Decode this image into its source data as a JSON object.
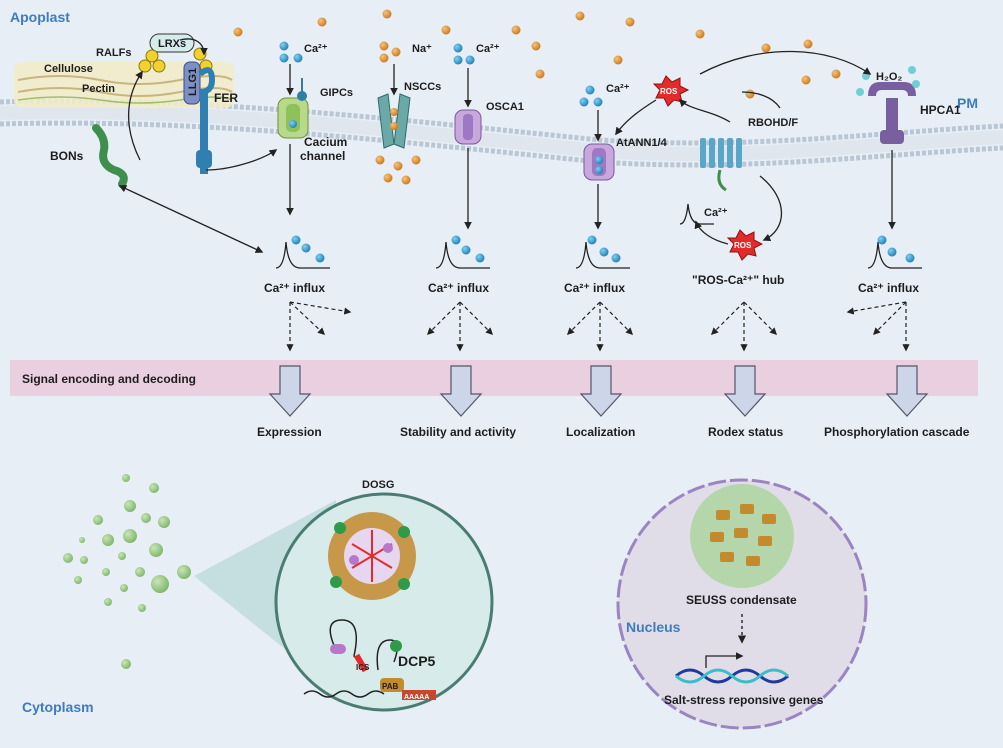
{
  "regions": {
    "apoplast": "Apoplast",
    "pm": "PM",
    "cytoplasm": "Cytoplasm",
    "nucleus": "Nucleus"
  },
  "cell_wall": {
    "cellulose": "Cellulose",
    "pectin": "Pectin",
    "ralfs": "RALFs",
    "lrxs": "LRXs",
    "llg1": "LLG1",
    "fer": "FER",
    "bons": "BONs"
  },
  "channels": {
    "calcium_channel": "Cacium\nchannel",
    "gipcs": "GIPCs",
    "nsccs": "NSCCs",
    "osca1": "OSCA1",
    "atann": "AtANN1/4",
    "rbohd": "RBOHD/F",
    "hpca1": "HPCA1",
    "h2o2": "H₂O₂",
    "ros": "ROS"
  },
  "ions": {
    "ca": "Ca²⁺",
    "na": "Na⁺"
  },
  "influx_label": "Ca²⁺ influx",
  "hub_label": "\"ROS-Ca²⁺\" hub",
  "band_label": "Signal encoding and decoding",
  "outputs": [
    "Expression",
    "Stability and activity",
    "Localization",
    "Rodex status",
    "Phosphorylation cascade"
  ],
  "cytoplasm": {
    "dosg": "DOSG",
    "dcp5": "DCP5",
    "ics": "ICS",
    "pab": "PAB",
    "polya": "AAAAA"
  },
  "nucleus": {
    "seuss": "SEUSS condensate",
    "genes": "Salt-stress reponsive genes"
  },
  "colors": {
    "region_blue": "#3d7cc0",
    "band_pink": "#e9cfe0",
    "ca_ion": "#2b93c8",
    "na_ion": "#e0922a",
    "ros": "#e32b2b",
    "droplet": "#8dc27a",
    "membrane": "#c9d3de"
  }
}
